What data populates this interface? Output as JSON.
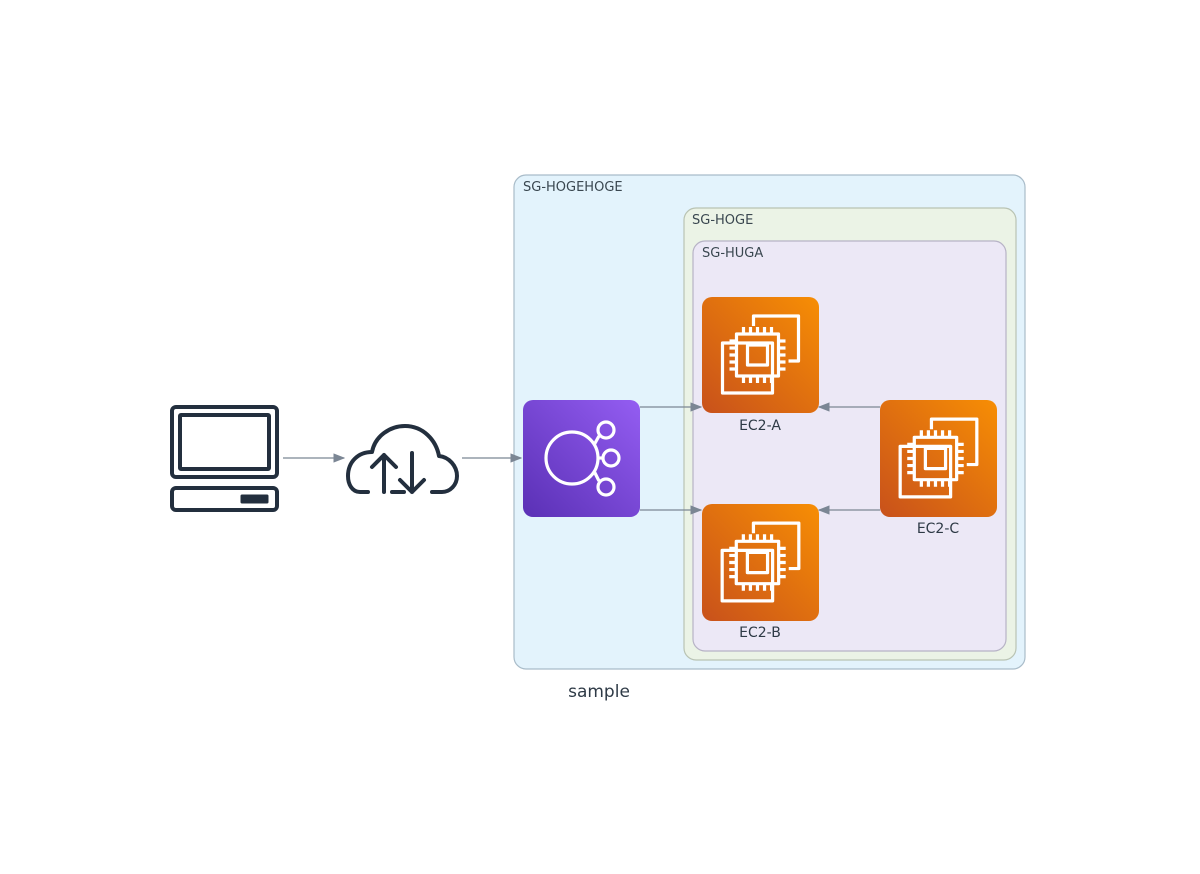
{
  "diagram": {
    "caption": "sample",
    "groups": {
      "outer": {
        "label": "SG-HOGEHOGE",
        "fill": "#e3f3fc",
        "stroke": "#a9bcc9"
      },
      "middle": {
        "label": "SG-HOGE",
        "fill": "#ebf3e6",
        "stroke": "#b9c3b3"
      },
      "inner": {
        "label": "SG-HUGA",
        "fill": "#ece8f6",
        "stroke": "#b7b3c6"
      }
    },
    "nodes": {
      "client": {
        "icon": "computer-icon"
      },
      "internet": {
        "icon": "cloud-upload-download-icon"
      },
      "load_balancer": {
        "icon": "elastic-load-balancer-icon"
      },
      "ec2_a": {
        "label": "EC2-A",
        "icon": "ec2-instance-icon"
      },
      "ec2_b": {
        "label": "EC2-B",
        "icon": "ec2-instance-icon"
      },
      "ec2_c": {
        "label": "EC2-C",
        "icon": "ec2-instance-icon"
      }
    },
    "edges": [
      {
        "from": "client",
        "to": "internet"
      },
      {
        "from": "internet",
        "to": "load_balancer"
      },
      {
        "from": "load_balancer",
        "to": "ec2_a"
      },
      {
        "from": "load_balancer",
        "to": "ec2_b"
      },
      {
        "from": "ec2_c",
        "to": "ec2_a"
      },
      {
        "from": "ec2_c",
        "to": "ec2_b"
      }
    ],
    "colors": {
      "edge": "#7b8694",
      "client_stroke": "#232f3e",
      "elb_top": "#945df2",
      "elb_bottom": "#5a30b5",
      "ec2_top": "#f78e04",
      "ec2_bottom": "#c8511b"
    }
  }
}
